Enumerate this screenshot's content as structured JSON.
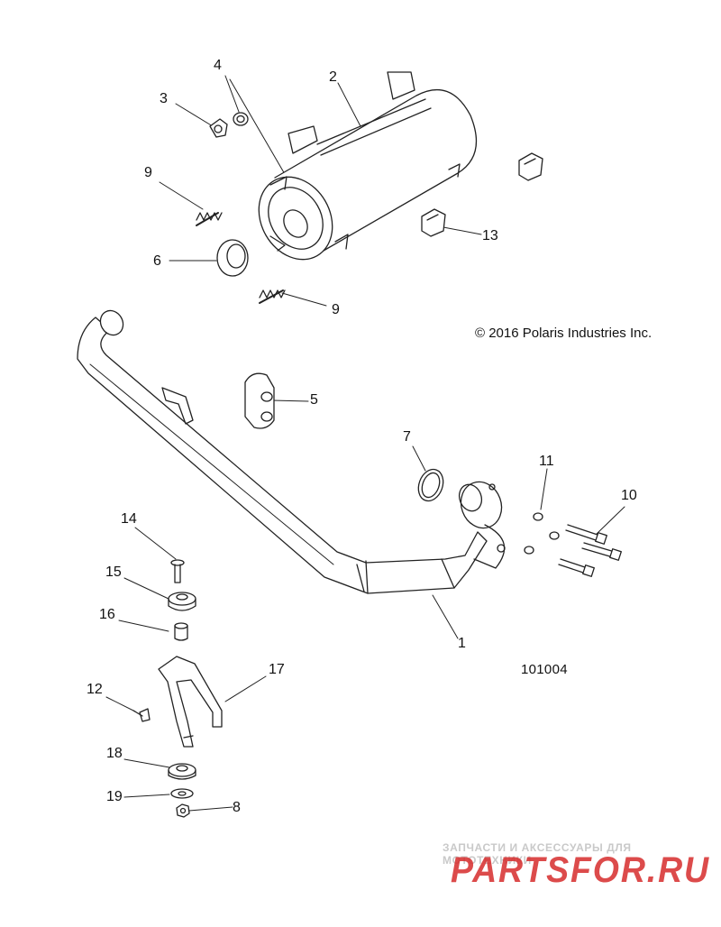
{
  "diagram": {
    "copyright": "© 2016 Polaris Industries Inc.",
    "drawing_number": "101004",
    "callouts": [
      {
        "id": "c1",
        "label": "1"
      },
      {
        "id": "c2",
        "label": "2"
      },
      {
        "id": "c3",
        "label": "3"
      },
      {
        "id": "c4",
        "label": "4"
      },
      {
        "id": "c5",
        "label": "5"
      },
      {
        "id": "c6",
        "label": "6"
      },
      {
        "id": "c7",
        "label": "7"
      },
      {
        "id": "c8",
        "label": "8"
      },
      {
        "id": "c9a",
        "label": "9"
      },
      {
        "id": "c9b",
        "label": "9"
      },
      {
        "id": "c10",
        "label": "10"
      },
      {
        "id": "c11",
        "label": "11"
      },
      {
        "id": "c12",
        "label": "12"
      },
      {
        "id": "c13",
        "label": "13"
      },
      {
        "id": "c14",
        "label": "14"
      },
      {
        "id": "c15",
        "label": "15"
      },
      {
        "id": "c16",
        "label": "16"
      },
      {
        "id": "c17",
        "label": "17"
      },
      {
        "id": "c18",
        "label": "18"
      },
      {
        "id": "c19",
        "label": "19"
      }
    ]
  },
  "watermark": {
    "tagline": "ЗАПЧАСТИ И АКСЕССУАРЫ ДЛЯ МОТОТЕХНИКИ",
    "logo_text": "PARTSFOR.RU",
    "logo_color": "#d62b2b"
  }
}
